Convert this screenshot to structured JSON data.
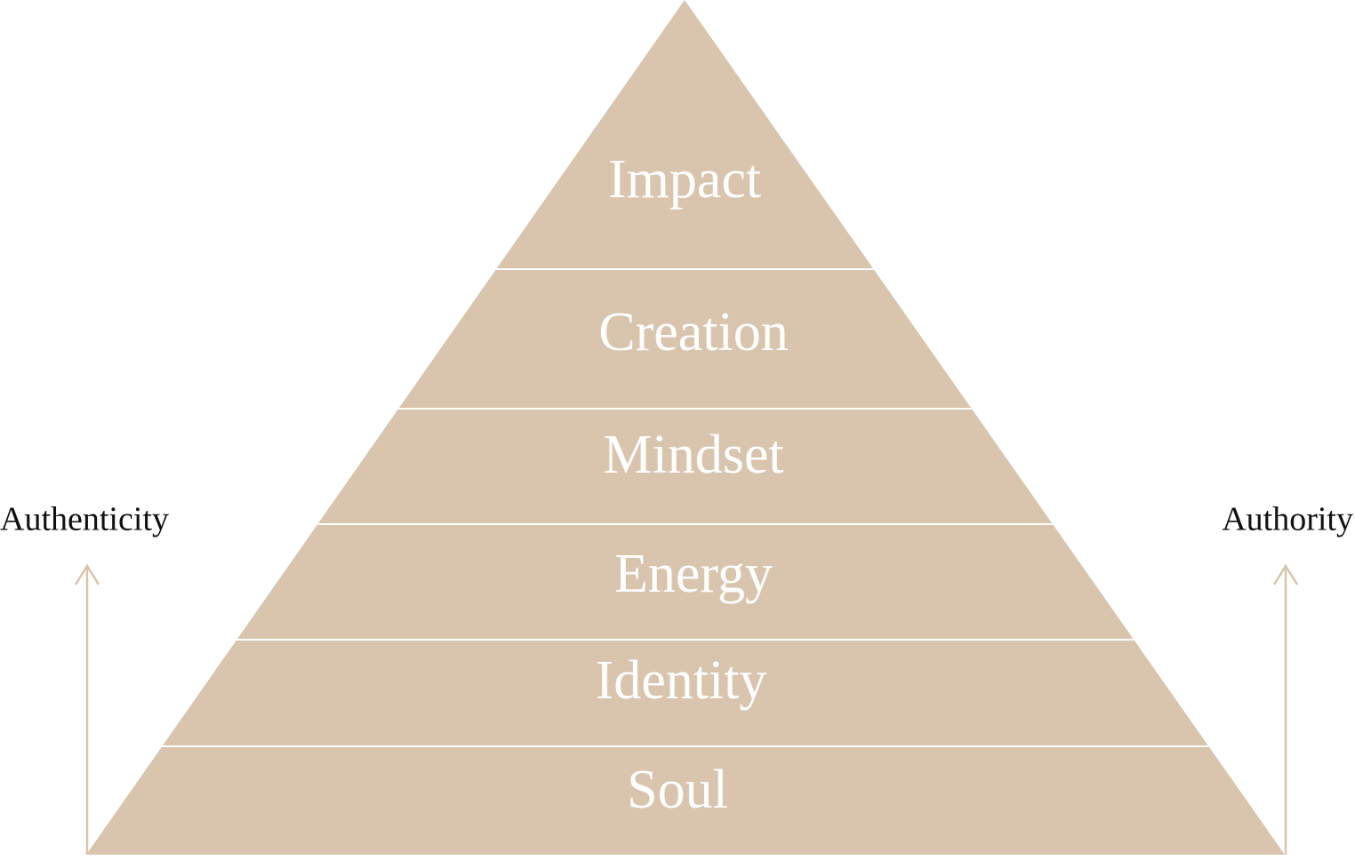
{
  "colors": {
    "pyramid": "#d9c4ad",
    "divider": "#ffffff",
    "arrow": "#d9c4ad",
    "side_text": "#111111"
  },
  "layers": [
    {
      "label": "Impact"
    },
    {
      "label": "Creation"
    },
    {
      "label": "Mindset"
    },
    {
      "label": "Energy"
    },
    {
      "label": "Identity"
    },
    {
      "label": "Soul"
    }
  ],
  "left_axis": {
    "label": "Authenticity",
    "icon": "arrow-up-icon"
  },
  "right_axis": {
    "label": "Authority",
    "icon": "arrow-up-icon"
  }
}
